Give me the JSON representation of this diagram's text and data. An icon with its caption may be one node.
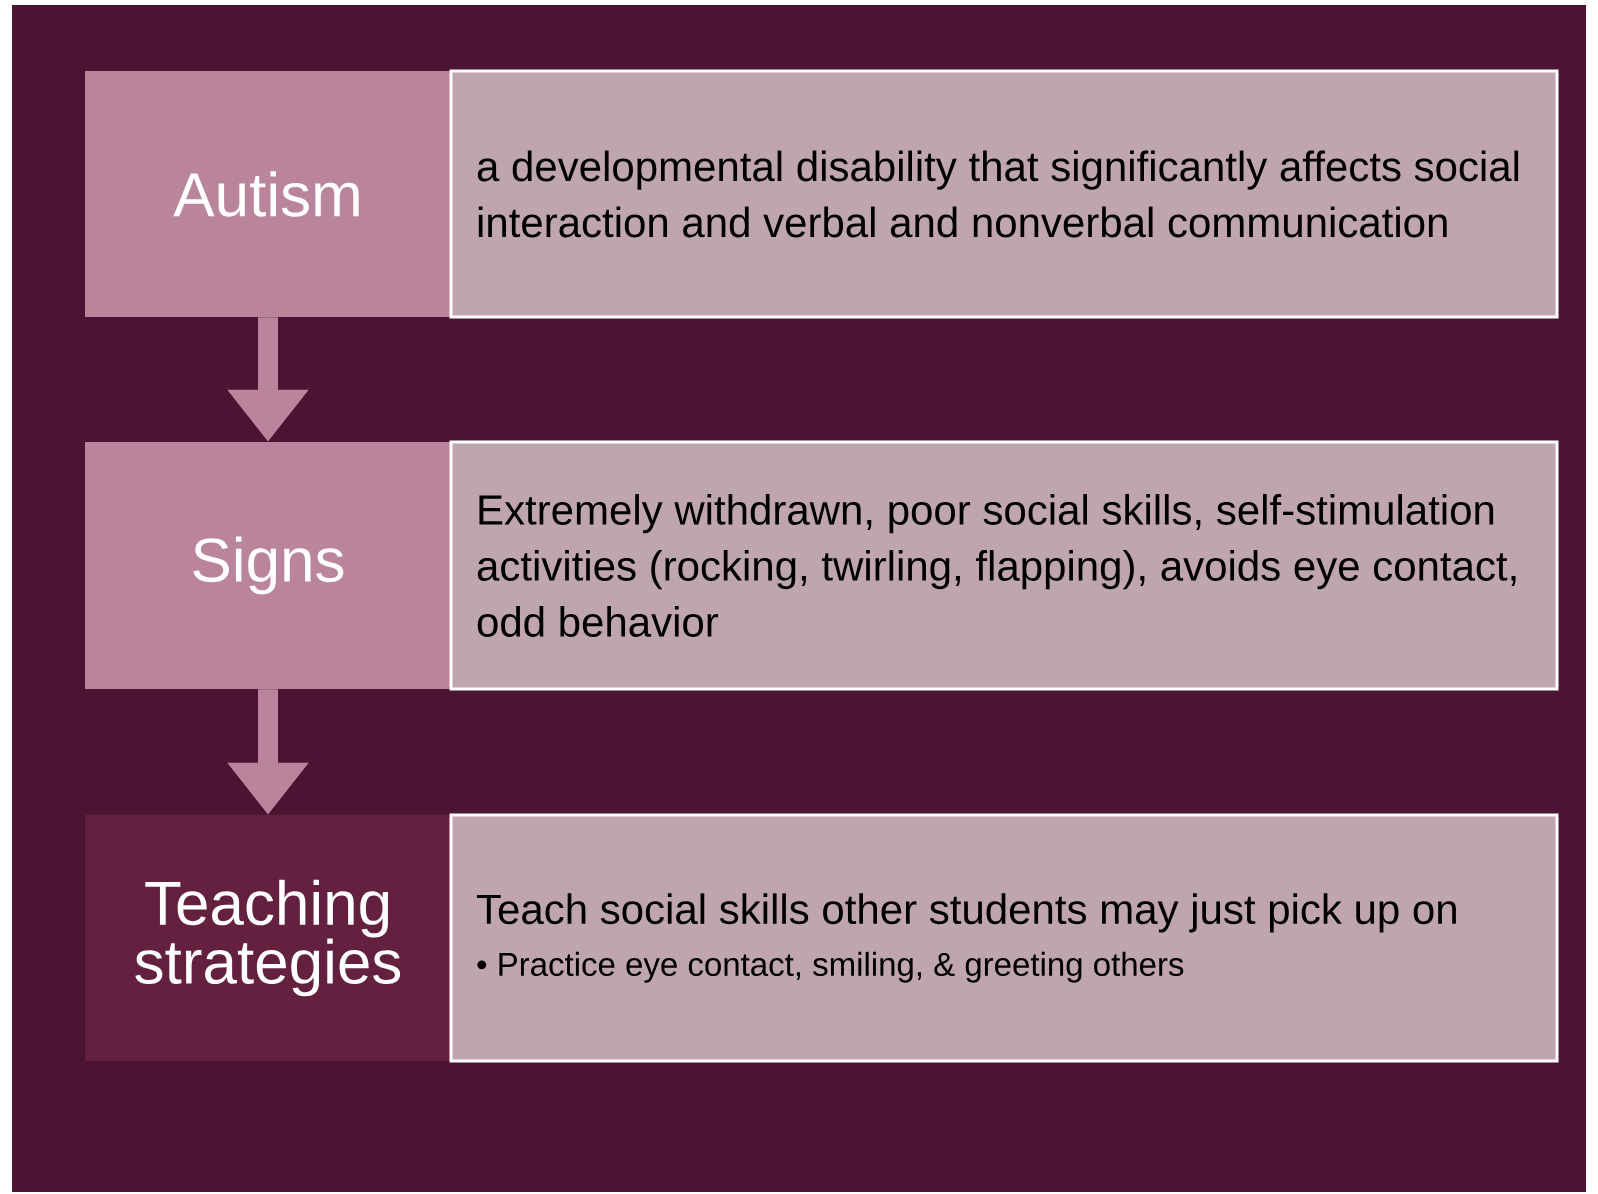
{
  "diagram": {
    "nodes": [
      {
        "text": [
          "Autism"
        ]
      },
      {
        "text": [
          "a developmental disability that significantly affects social interaction and verbal and nonverbal communication"
        ]
      },
      {
        "text": [
          "Signs"
        ]
      },
      {
        "text": [
          "Extremely withdrawn, poor social skills, self-stimulation activities (rocking, twirling, flapping), avoids eye contact, odd behavior"
        ]
      },
      {
        "text": [
          "Teaching strategies"
        ]
      },
      {
        "text": [
          "Teach social skills other students may just pick up on",
          "• Practice eye contact, smiling, & greeting others"
        ]
      }
    ],
    "edges": [
      {
        "from": 0,
        "to": 2,
        "arrow": "to"
      },
      {
        "from": 2,
        "to": 4,
        "arrow": "to"
      }
    ]
  }
}
